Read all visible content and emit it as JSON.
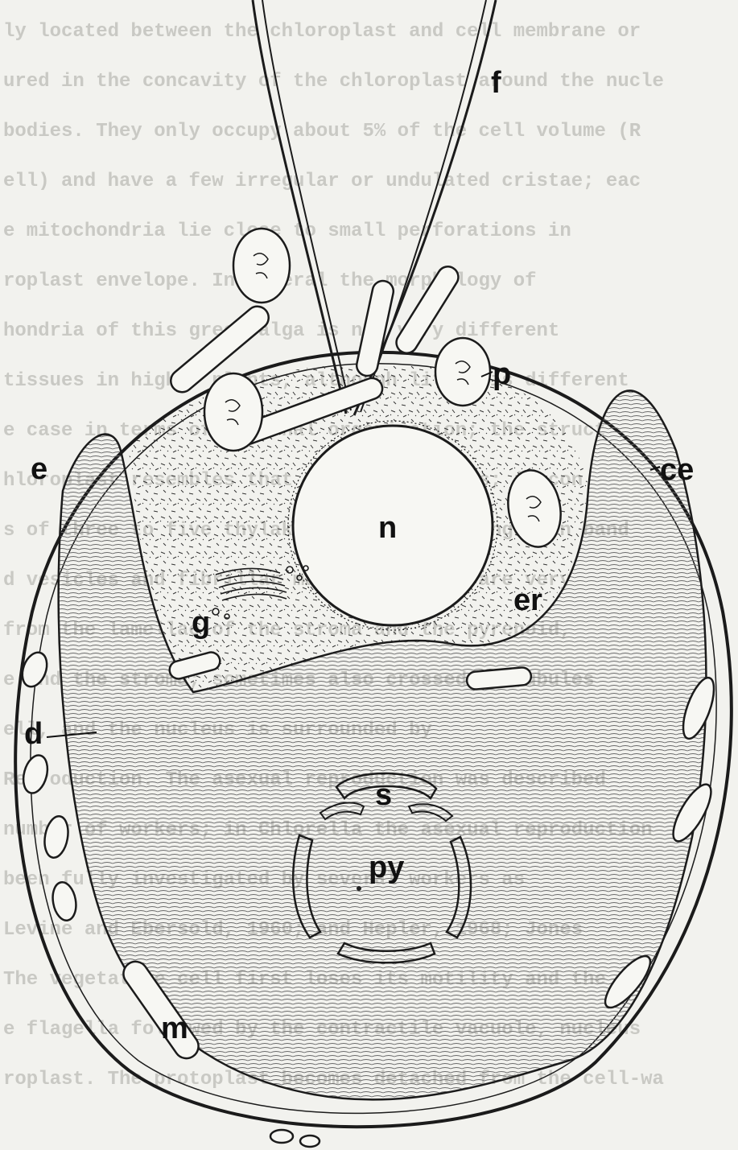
{
  "background_text_lines": [
    "ly located between the chloroplast and cell membrane or",
    "ured in the concavity of the chloroplast around the nucle",
    "bodies.  They only occupy about 5% of the cell volume (R",
    "ell) and have a few irregular or undulated cristae; eac",
    "e mitochondria lie close to small perforations in",
    "roplast envelope.  In general the morphology of",
    "hondria of this green alga is not very different",
    "tissues in higher plants, although little is different",
    "e case in terms of internal organization; the struct",
    "hloroplast resembles that of higher plants; it con",
    "s of three to five thylakoid lamellae arranged in band",
    "d vesicles and fibrillar material, which are very",
    "from the lamellae of the stroma and the pyrenoid,",
    "e and the stroma; sometimes also crossed by tubules",
    "ell, and the nucleus is surrounded by",
    "  Reproduction.  The asexual reproduction was described",
    "number of workers; in Chlorella the asexual reproduction",
    "been fully investigated by several workers as",
    "Levine and Ebersold, 1960; and Hepler, 1968; Jones",
    "The vegetative cell first loses its motility and the",
    "e flagella followed by the contractile vacuole, nucleus",
    "roplast.  The protoplast becomes detached from the cell-wa"
  ],
  "labels": {
    "f": "f",
    "p": "p",
    "ce": "ce",
    "e": "e",
    "n": "n",
    "er": "er",
    "g": "g",
    "d": "d",
    "s": "s",
    "py": "py",
    "m": "m"
  }
}
